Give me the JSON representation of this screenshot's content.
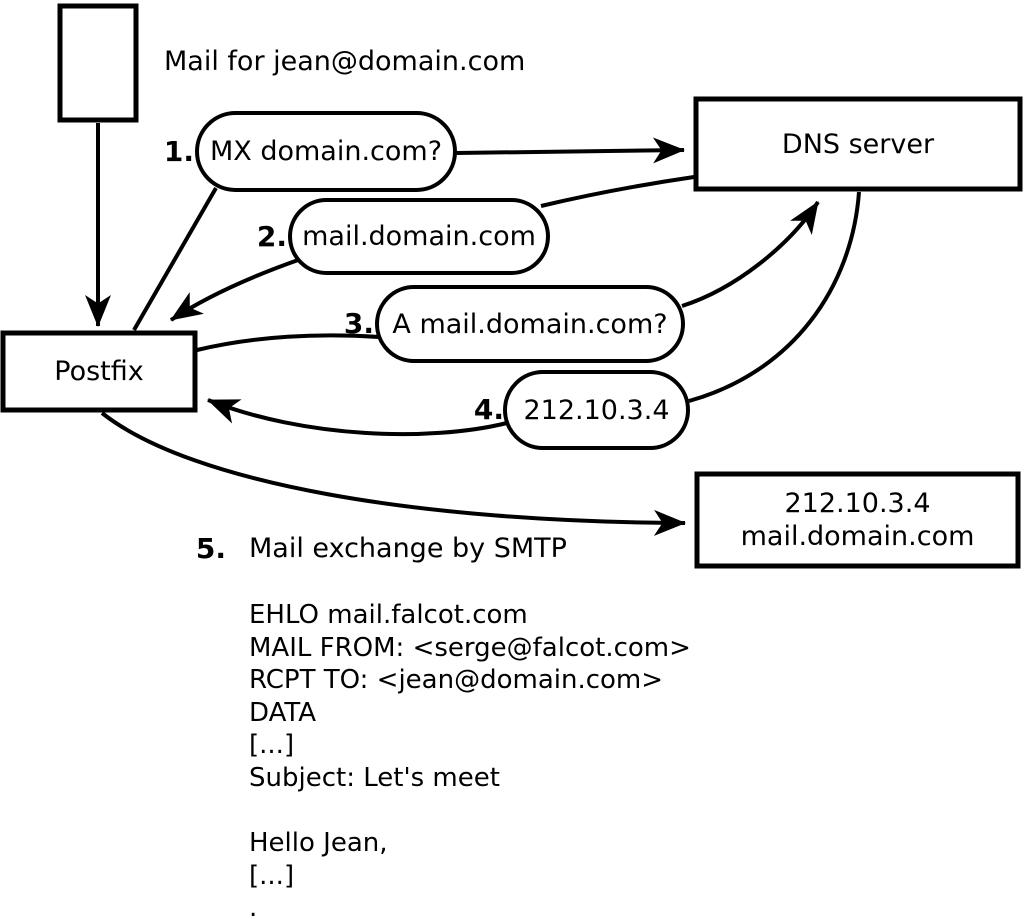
{
  "diagram": {
    "title": "Mail for jean@domain.com",
    "nodes": {
      "postfix": "Postfix",
      "dns_server": "DNS server",
      "mail_server_lines": [
        "212.10.3.4",
        "mail.domain.com"
      ]
    },
    "steps": [
      {
        "num": "1.",
        "label": "MX domain.com?"
      },
      {
        "num": "2.",
        "label": "mail.domain.com"
      },
      {
        "num": "3.",
        "label": "A mail.domain.com?"
      },
      {
        "num": "4.",
        "label": "212.10.3.4"
      },
      {
        "num": "5.",
        "label": "Mail exchange by SMTP"
      }
    ],
    "smtp_session": [
      "EHLO mail.falcot.com",
      "MAIL FROM: <serge@falcot.com>",
      "RCPT TO: <jean@domain.com>",
      "DATA",
      "[...]",
      "Subject: Let's meet",
      "",
      "Hello Jean,",
      "[...]",
      "."
    ],
    "colors": {
      "stroke": "#000000",
      "fill": "#ffffff",
      "background": "#ffffff"
    }
  }
}
